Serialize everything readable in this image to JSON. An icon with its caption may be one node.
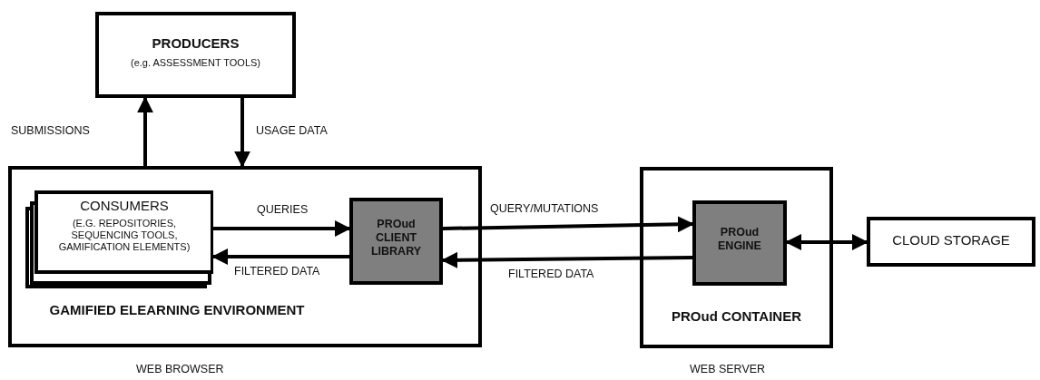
{
  "diagram": {
    "nodes": [
      {
        "text": [
          "PRODUCERS",
          "(e.g. ASSESSMENT TOOLS)"
        ]
      },
      {
        "text": [
          "GAMIFIED ELEARNING ENVIRONMENT"
        ],
        "beside": [
          "WEB BROWSER"
        ]
      },
      {
        "text": [
          "CONSUMERS",
          "(E.G. REPOSITORIES, SEQUENCING TOOLS, GAMIFICATION ELEMENTS)"
        ],
        "in": 1
      },
      {
        "text": [
          "PROud CLIENT LIBRARY"
        ],
        "in": 1
      },
      {
        "text": [
          "PROud CONTAINER"
        ],
        "beside": [
          "WEB SERVER"
        ]
      },
      {
        "text": [
          "PROud ENGINE"
        ],
        "in": 4
      },
      {
        "text": [
          "CLOUD STORAGE"
        ]
      }
    ],
    "edges": [
      {
        "from": 1,
        "to": 0,
        "arrow": "to",
        "label": "SUBMISSIONS"
      },
      {
        "from": 0,
        "to": 1,
        "arrow": "to",
        "label": "USAGE DATA"
      },
      {
        "from": 2,
        "to": 3,
        "arrow": "to",
        "label": "QUERIES"
      },
      {
        "from": 3,
        "to": 2,
        "arrow": "to",
        "label": "FILTERED DATA"
      },
      {
        "from": 3,
        "to": 5,
        "arrow": "to",
        "label": "QUERY/MUTATIONS"
      },
      {
        "from": 5,
        "to": 3,
        "arrow": "to",
        "label": "FILTERED DATA"
      },
      {
        "from": 5,
        "to": 6,
        "arrow": "both"
      }
    ]
  }
}
